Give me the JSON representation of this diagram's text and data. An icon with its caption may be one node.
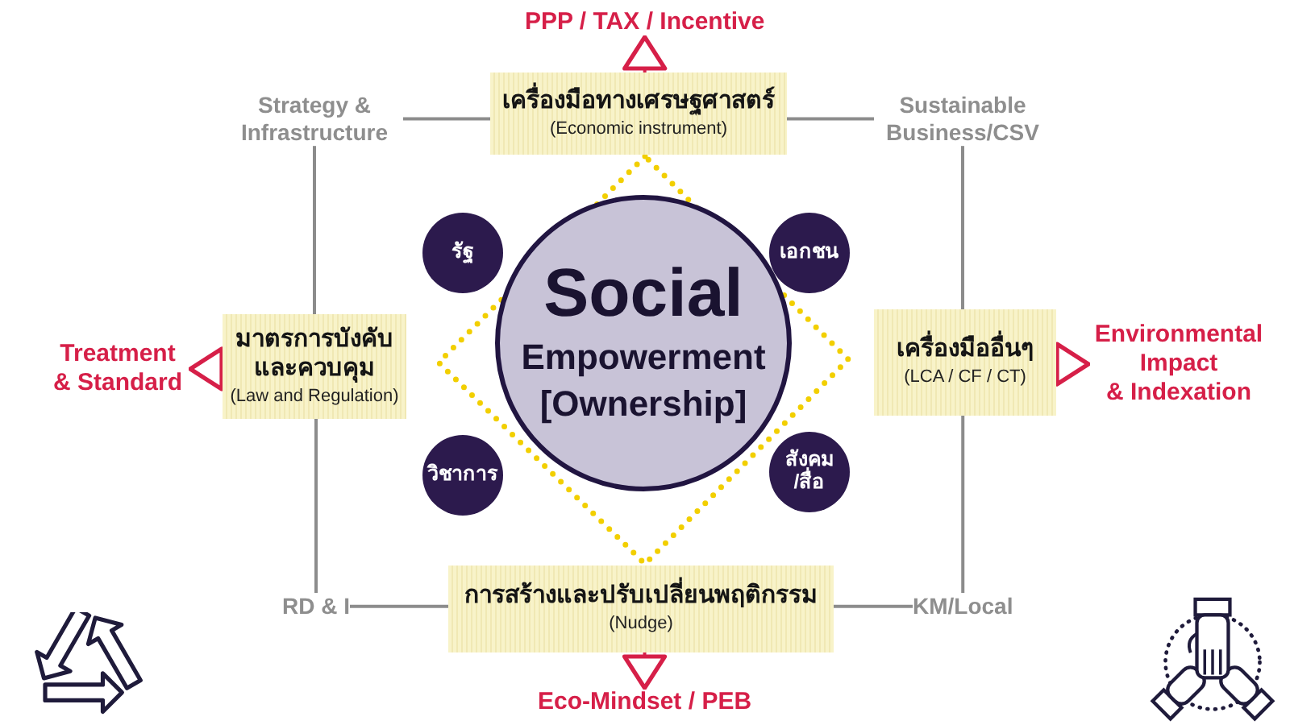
{
  "diagram": {
    "nodes": [
      {
        "text": [
          "PPP / TAX / Incentive"
        ]
      },
      {
        "text": [
          "เครื่องมือทางเศรษฐศาสตร์",
          "(Economic instrument)"
        ]
      },
      {
        "text": [
          "Strategy & Infrastructure"
        ]
      },
      {
        "text": [
          "Sustainable Business/CSV"
        ]
      },
      {
        "text": [
          "รัฐ"
        ]
      },
      {
        "text": [
          "เอกชน"
        ]
      },
      {
        "text": [
          "Treatment & Standard"
        ]
      },
      {
        "text": [
          "มาตรการบังคับและควบคุม",
          "(Law and Regulation)"
        ]
      },
      {
        "text": [
          "Social",
          "Empowerment [Ownership]"
        ]
      },
      {
        "text": [
          "เครื่องมืออื่นๆ",
          "(LCA / CF / CT)"
        ]
      },
      {
        "text": [
          "Environmental Impact & Indexation"
        ]
      },
      {
        "text": [
          "วิชาการ"
        ]
      },
      {
        "text": [
          "สังคม/สื่อ"
        ]
      },
      {
        "text": [
          "RD & I"
        ]
      },
      {
        "text": [
          "การสร้างและปรับเปลี่ยนพฤติกรรม",
          "(Nudge)"
        ]
      },
      {
        "text": [
          "KM/Local"
        ]
      },
      {
        "text": [
          "Eco-Mindset / PEB"
        ]
      }
    ],
    "edges": [
      {
        "from": 1,
        "to": 0,
        "arrow": "to",
        "color": "#d61f48"
      },
      {
        "from": 7,
        "to": 6,
        "arrow": "to",
        "color": "#d61f48"
      },
      {
        "from": 9,
        "to": 10,
        "arrow": "to",
        "color": "#d61f48"
      },
      {
        "from": 14,
        "to": 16,
        "arrow": "to",
        "color": "#d61f48"
      },
      {
        "from": 2,
        "to": 1,
        "arrow": "none"
      },
      {
        "from": 1,
        "to": 3,
        "arrow": "none"
      },
      {
        "from": 2,
        "to": 7,
        "arrow": "none"
      },
      {
        "from": 3,
        "to": 9,
        "arrow": "none"
      },
      {
        "from": 7,
        "to": 13,
        "arrow": "none"
      },
      {
        "from": 9,
        "to": 15,
        "arrow": "none"
      },
      {
        "from": 13,
        "to": 14,
        "arrow": "none"
      },
      {
        "from": 14,
        "to": 15,
        "arrow": "none"
      }
    ]
  }
}
